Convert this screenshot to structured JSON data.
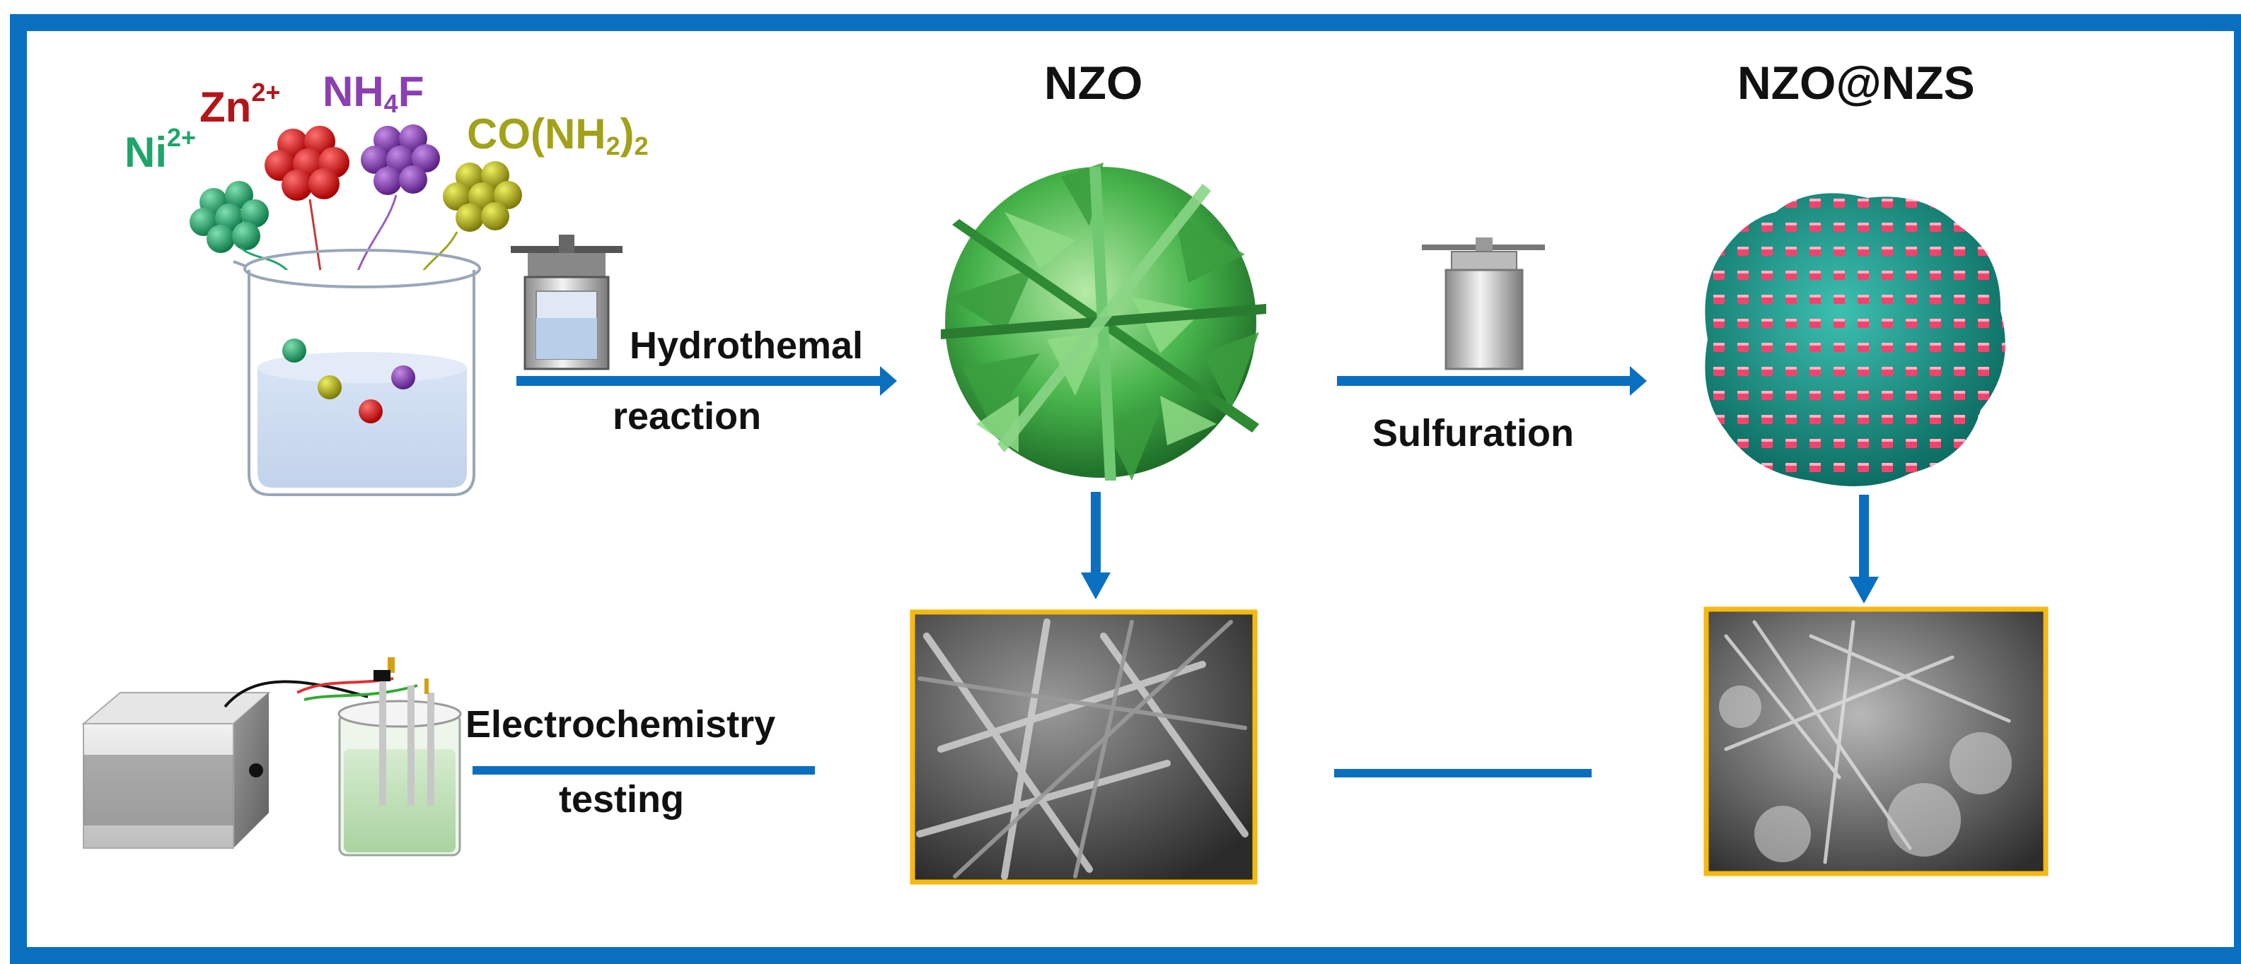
{
  "diagram": {
    "ions": [
      {
        "base": "Ni",
        "sup": "2+",
        "sub": "",
        "tail": "",
        "sub2": "",
        "color": "#1ea66a"
      },
      {
        "base": "Zn",
        "sup": "2+",
        "sub": "",
        "tail": "",
        "sub2": "",
        "color": "#b31518"
      },
      {
        "base": "NH",
        "sup": "",
        "sub": "4",
        "tail": "F",
        "sub2": "",
        "color": "#8b3fb0"
      },
      {
        "base": "CO(NH",
        "sup": "",
        "sub": "2",
        "tail": ")",
        "sub2": "2",
        "color": "#a2a21a"
      }
    ],
    "steps": {
      "hydrothermal_line1": "Hydrothemal",
      "hydrothermal_line2": "reaction",
      "sulfuration": "Sulfuration",
      "electro_line1": "Electrochemistry",
      "electro_line2": "testing"
    },
    "products": {
      "nzo": "NZO",
      "nzo_nzs": "NZO@NZS"
    },
    "colors": {
      "frame": "#0b6fc0",
      "arrow": "#0b6fc0",
      "sem_border": "#f5b90f",
      "nzo_green": "#3faa3f",
      "nzs_teal": "#1a9a8a",
      "nzs_pink": "#f0446e"
    }
  }
}
